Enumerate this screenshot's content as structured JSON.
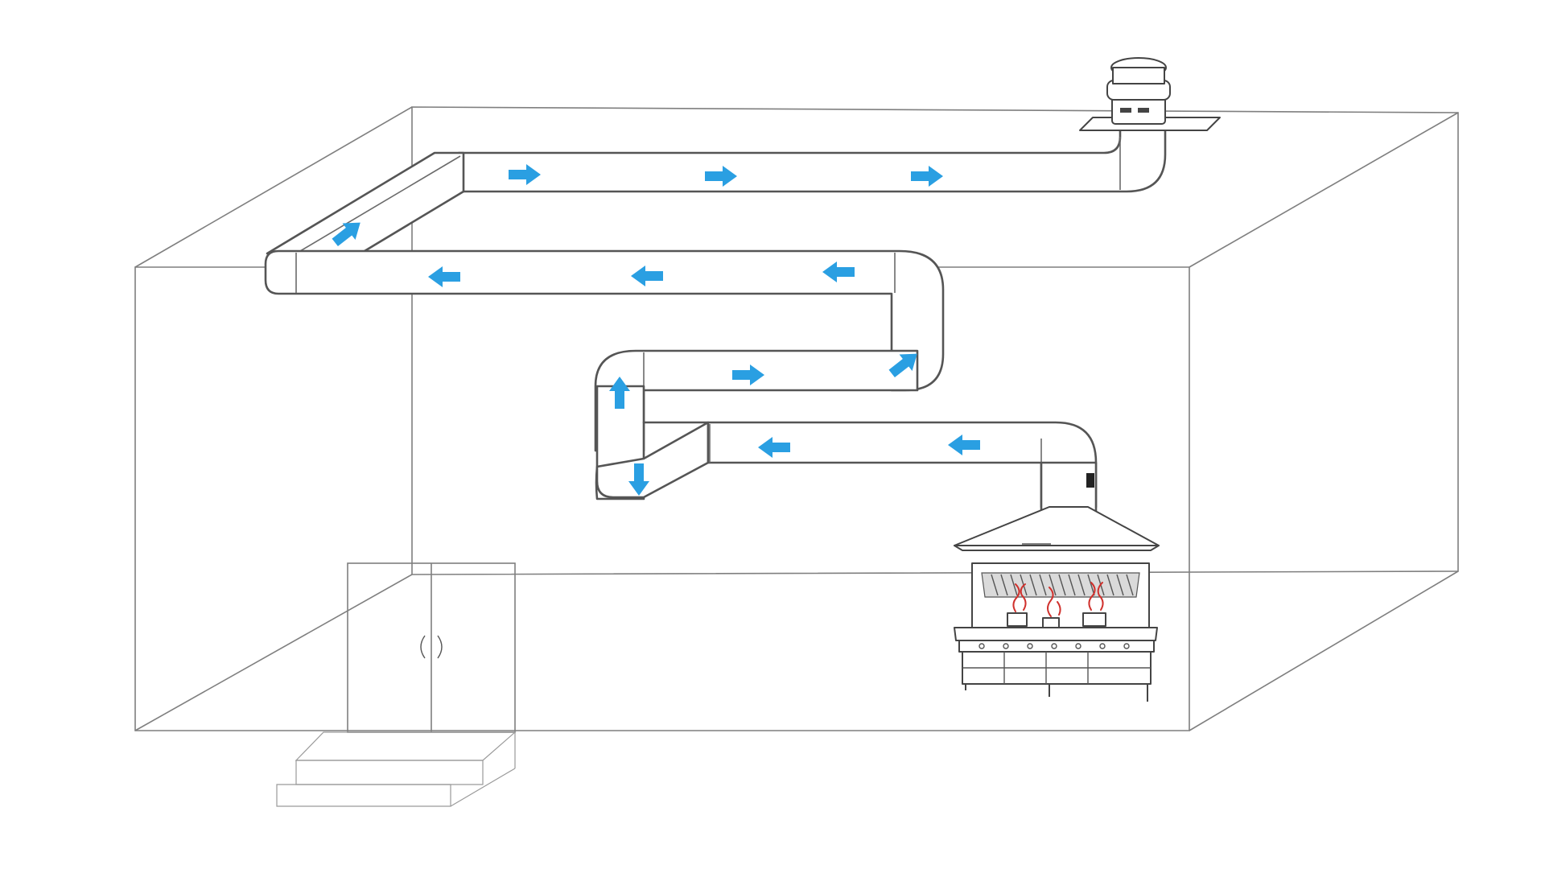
{
  "colors": {
    "background": "#ffffff",
    "room_outline": "#7f7f7f",
    "duct_outline": "#555555",
    "airflow_arrow": "#2a9fe2",
    "heat_wisps": "#d0312d"
  },
  "components": [
    {
      "name": "roof-exhaust-fan",
      "icon": "exhaust-fan-icon"
    },
    {
      "name": "ductwork",
      "icon": "duct-icon"
    },
    {
      "name": "range-hood",
      "icon": "hood-icon"
    },
    {
      "name": "cooking-station",
      "icon": "stove-icon"
    },
    {
      "name": "double-door",
      "icon": "door-icon"
    },
    {
      "name": "entry-steps",
      "icon": "steps-icon"
    }
  ],
  "airflow_arrows": [
    {
      "dir": "right"
    },
    {
      "dir": "right"
    },
    {
      "dir": "right"
    },
    {
      "dir": "up-right"
    },
    {
      "dir": "left"
    },
    {
      "dir": "left"
    },
    {
      "dir": "left"
    },
    {
      "dir": "up-right"
    },
    {
      "dir": "right"
    },
    {
      "dir": "up"
    },
    {
      "dir": "down"
    },
    {
      "dir": "left"
    },
    {
      "dir": "left"
    }
  ]
}
